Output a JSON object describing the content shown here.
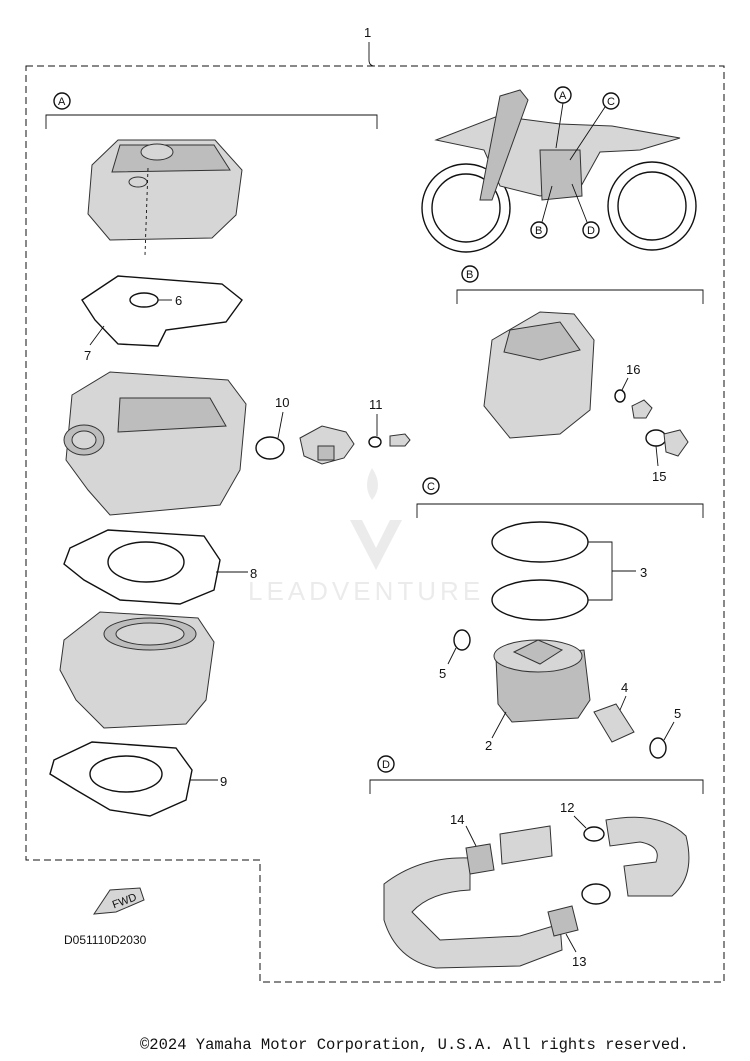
{
  "callouts": {
    "c1": "1",
    "c2": "2",
    "c3": "3",
    "c4": "4",
    "c5a": "5",
    "c5b": "5",
    "c6": "6",
    "c7": "7",
    "c8": "8",
    "c9": "9",
    "c10": "10",
    "c11": "11",
    "c12": "12",
    "c13": "13",
    "c14": "14",
    "c15": "15",
    "c16": "16"
  },
  "groups": {
    "a": "A",
    "b": "B",
    "c": "C",
    "d": "D"
  },
  "fwd_label": "FWD",
  "diagram_code": "D051110D2030",
  "copyright": "©2024 Yamaha Motor Corporation, U.S.A. All rights reserved.",
  "colors": {
    "line": "#111111",
    "part_fill": "#d6d6d6",
    "part_dark": "#bdbdbd"
  }
}
